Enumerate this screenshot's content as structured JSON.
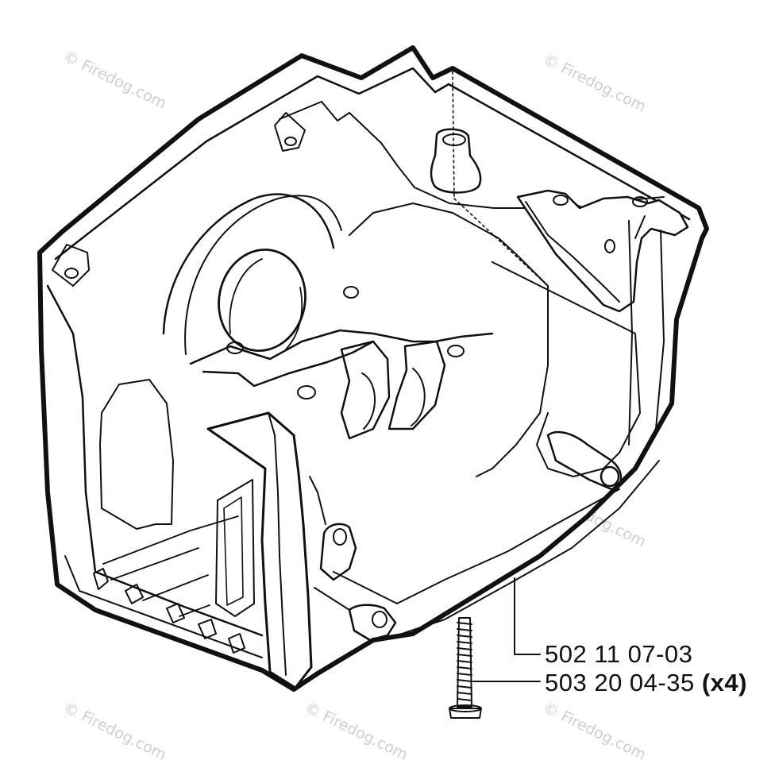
{
  "diagram": {
    "subject": "crankcase",
    "callouts": [
      {
        "part_number": "502 11 07-03",
        "quantity": ""
      },
      {
        "part_number": "503 20 04-35",
        "quantity": "(x4)"
      }
    ],
    "watermark": "© Firedog.com"
  },
  "colors": {
    "line": "#111111",
    "background": "#ffffff",
    "watermark": "#cfcfcf"
  }
}
